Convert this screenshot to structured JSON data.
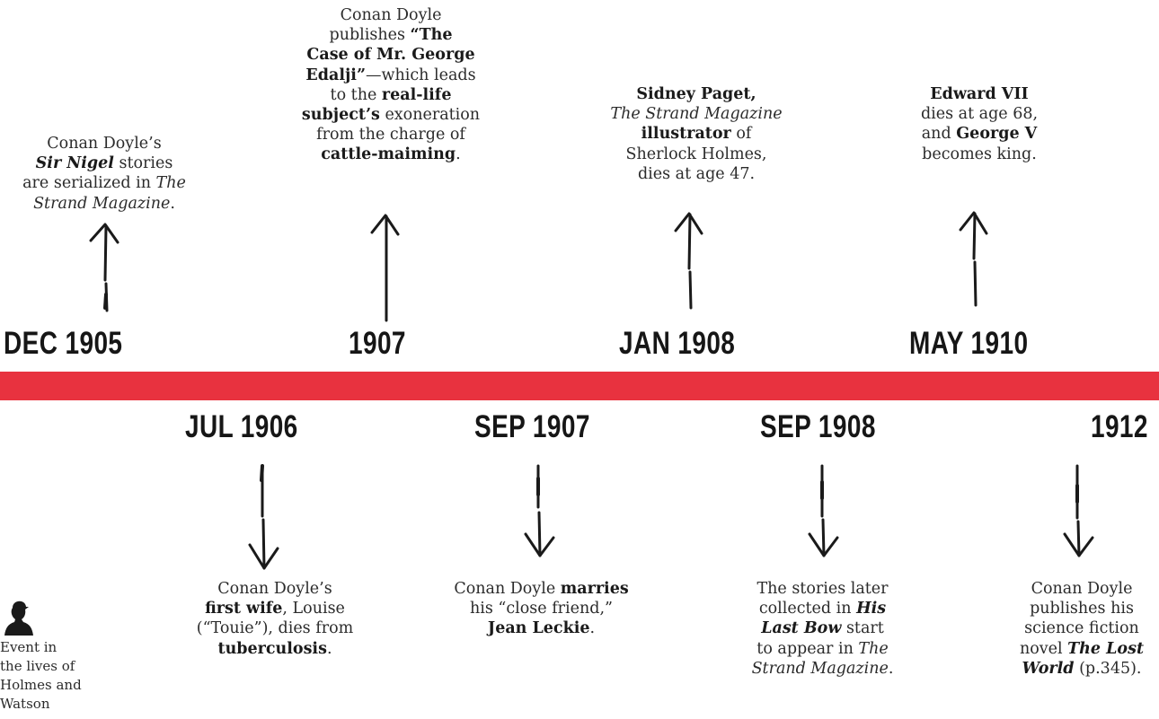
{
  "colors": {
    "band": "#e8323f",
    "text": "#2b2b2b",
    "date": "#161616"
  },
  "above": [
    {
      "date": "DEC 1905",
      "text": [
        {
          "t": "Conan Doyle’s"
        },
        {
          "br": true
        },
        {
          "t": "Sir Nigel",
          "b": true,
          "i": true
        },
        {
          "t": " stories"
        },
        {
          "br": true
        },
        {
          "t": "are serialized in "
        },
        {
          "t": "The",
          "i": true
        },
        {
          "br": true
        },
        {
          "t": "Strand Magazine",
          "i": true
        },
        {
          "t": "."
        }
      ]
    },
    {
      "date": "1907",
      "text": [
        {
          "t": "Conan Doyle"
        },
        {
          "br": true
        },
        {
          "t": "publishes "
        },
        {
          "t": "“The",
          "b": true
        },
        {
          "br": true
        },
        {
          "t": "Case of Mr. George",
          "b": true
        },
        {
          "br": true
        },
        {
          "t": "Edalji”",
          "b": true
        },
        {
          "t": "—which leads"
        },
        {
          "br": true
        },
        {
          "t": "to the "
        },
        {
          "t": "real-life",
          "b": true
        },
        {
          "br": true
        },
        {
          "t": "subject’s",
          "b": true
        },
        {
          "t": " exoneration"
        },
        {
          "br": true
        },
        {
          "t": "from the charge of"
        },
        {
          "br": true
        },
        {
          "t": "cattle-maiming",
          "b": true
        },
        {
          "t": "."
        }
      ]
    },
    {
      "date": "JAN 1908",
      "text": [
        {
          "t": "Sidney Paget,",
          "b": true
        },
        {
          "br": true
        },
        {
          "t": "The Strand Magazine",
          "i": true
        },
        {
          "br": true
        },
        {
          "t": "illustrator",
          "b": true
        },
        {
          "t": " of"
        },
        {
          "br": true
        },
        {
          "t": "Sherlock Holmes,"
        },
        {
          "br": true
        },
        {
          "t": "dies at age 47."
        }
      ]
    },
    {
      "date": "MAY 1910",
      "text": [
        {
          "t": "Edward VII",
          "b": true
        },
        {
          "br": true
        },
        {
          "t": "dies at age 68,"
        },
        {
          "br": true
        },
        {
          "t": "and "
        },
        {
          "t": "George V",
          "b": true
        },
        {
          "br": true
        },
        {
          "t": "becomes king."
        }
      ]
    }
  ],
  "below": [
    {
      "date": "JUL 1906",
      "text": [
        {
          "t": "Conan Doyle’s"
        },
        {
          "br": true
        },
        {
          "t": "first wife",
          "b": true
        },
        {
          "t": ", Louise"
        },
        {
          "br": true
        },
        {
          "t": "(“Touie”), dies from"
        },
        {
          "br": true
        },
        {
          "t": "tuberculosis",
          "b": true
        },
        {
          "t": "."
        }
      ]
    },
    {
      "date": "SEP 1907",
      "text": [
        {
          "t": "Conan Doyle "
        },
        {
          "t": "marries",
          "b": true
        },
        {
          "br": true
        },
        {
          "t": "his “close friend,”"
        },
        {
          "br": true
        },
        {
          "t": "Jean Leckie",
          "b": true
        },
        {
          "t": "."
        }
      ]
    },
    {
      "date": "SEP 1908",
      "text": [
        {
          "t": "The stories later"
        },
        {
          "br": true
        },
        {
          "t": "collected in "
        },
        {
          "t": "His",
          "b": true,
          "i": true
        },
        {
          "br": true
        },
        {
          "t": "Last Bow",
          "b": true,
          "i": true
        },
        {
          "t": " start"
        },
        {
          "br": true
        },
        {
          "t": "to appear in "
        },
        {
          "t": "The",
          "i": true
        },
        {
          "br": true
        },
        {
          "t": "Strand Magazine",
          "i": true
        },
        {
          "t": "."
        }
      ]
    },
    {
      "date": "1912",
      "text": [
        {
          "t": "Conan Doyle"
        },
        {
          "br": true
        },
        {
          "t": "publishes his"
        },
        {
          "br": true
        },
        {
          "t": "science fiction"
        },
        {
          "br": true
        },
        {
          "t": "novel "
        },
        {
          "t": "The Lost",
          "b": true,
          "i": true
        },
        {
          "br": true
        },
        {
          "t": "World",
          "b": true,
          "i": true
        },
        {
          "t": " (p.345)."
        }
      ]
    }
  ],
  "legend": {
    "icon": "sherlock-silhouette-icon",
    "text": "Event in the lives of Holmes and Watson"
  }
}
